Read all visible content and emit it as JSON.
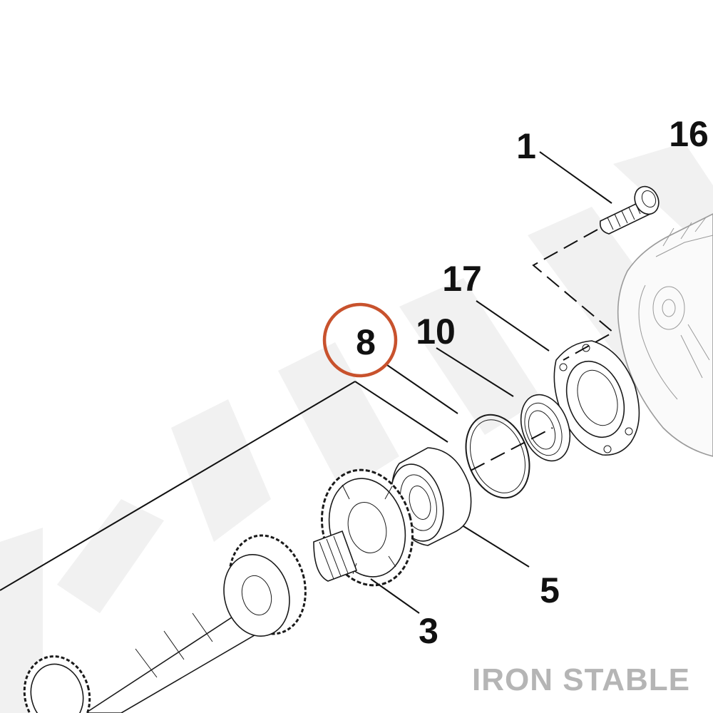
{
  "callouts": {
    "c1": "1",
    "c16": "16",
    "c17": "17",
    "c10": "10",
    "c8": "8",
    "c5": "5",
    "c3": "3"
  },
  "highlight": {
    "callout": "8",
    "color": "#c8522d"
  },
  "brand": {
    "text": "IRON STABLE",
    "color": "#b5b5b5"
  },
  "watermark": {
    "text": "IRON STABLE",
    "color": "#f2f2f2"
  }
}
